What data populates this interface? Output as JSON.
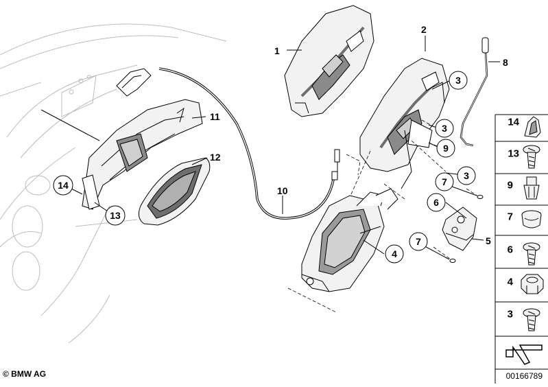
{
  "callouts": {
    "c1": "1",
    "c2": "2",
    "c3a": "3",
    "c3b": "3",
    "c3c": "3",
    "c4": "4",
    "c5": "5",
    "c6": "6",
    "c7a": "7",
    "c7b": "7",
    "c8": "8",
    "c9": "9",
    "c10": "10",
    "c11": "11",
    "c12": "12",
    "c13": "13",
    "c14": "14"
  },
  "sidebar": [
    "14",
    "13",
    "9",
    "7",
    "6",
    "4",
    "3"
  ],
  "footer": {
    "copyright": "© BMW AG",
    "doc_id": "00166789"
  },
  "colors": {
    "line": "#000000",
    "ghost": "#b8b8b8",
    "part_fill": "#f2f2f2",
    "shade": "#6e6e6e"
  }
}
